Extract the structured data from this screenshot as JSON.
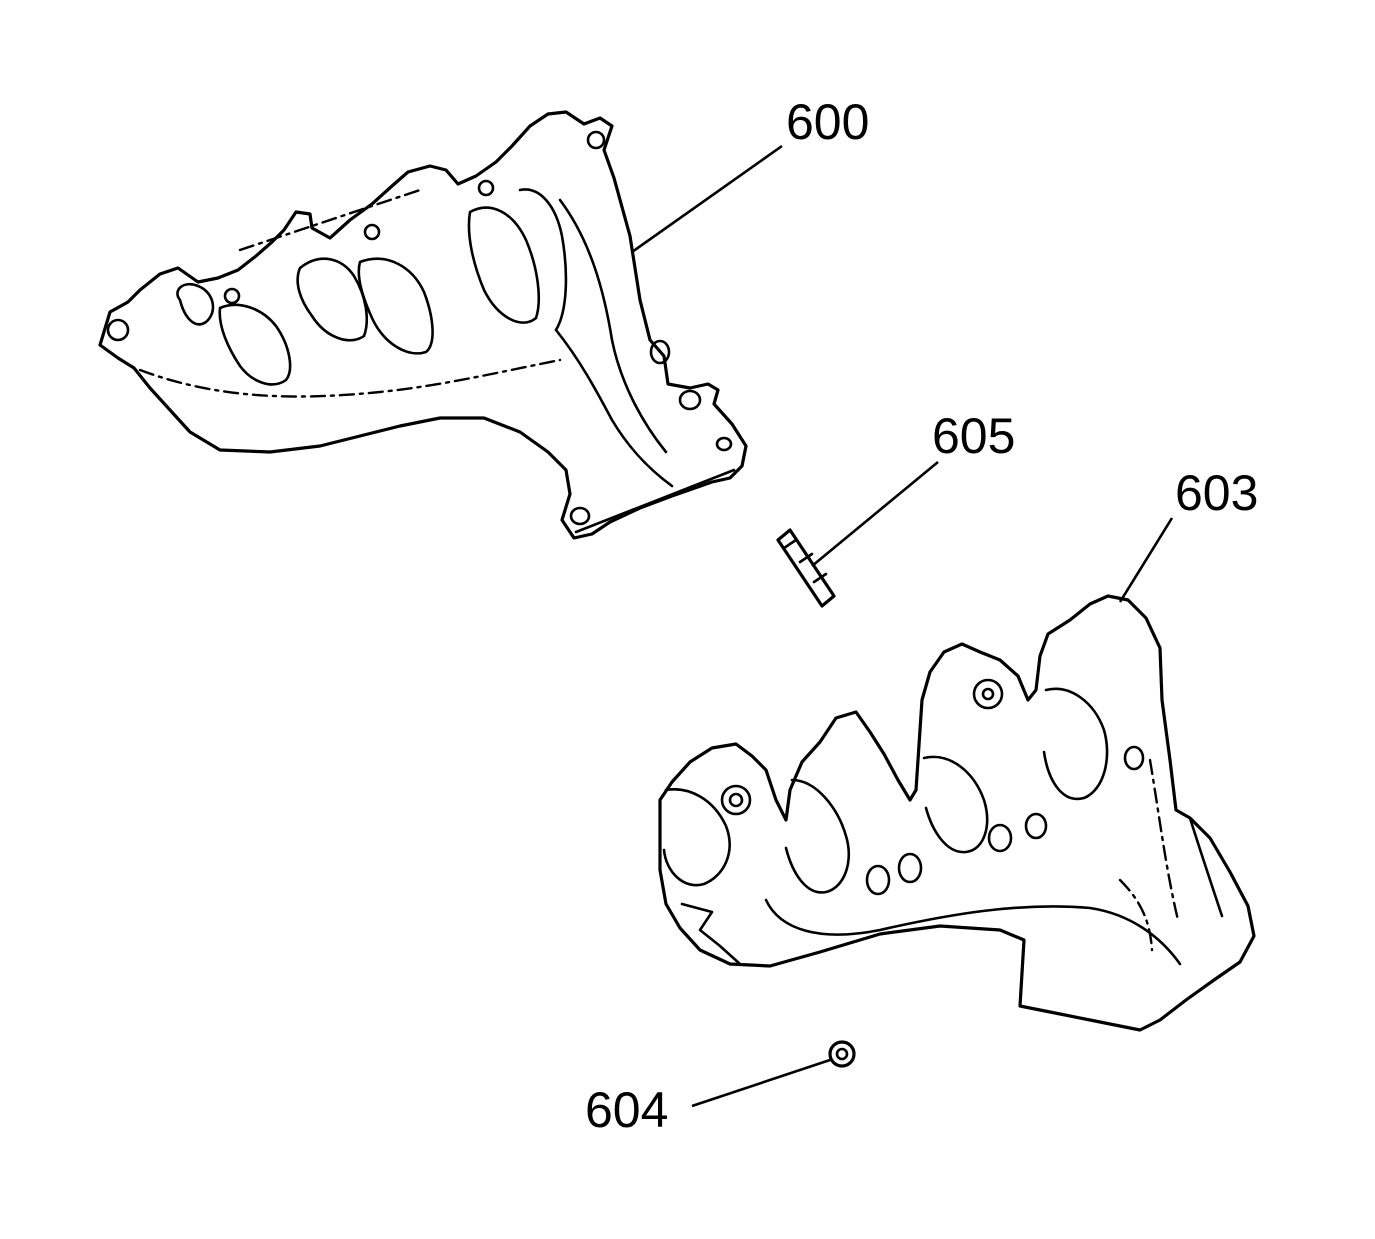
{
  "callouts": {
    "c600": "600",
    "c605": "605",
    "c603": "603",
    "c604": "604"
  },
  "colors": {
    "line": "#000000",
    "background": "#ffffff"
  }
}
